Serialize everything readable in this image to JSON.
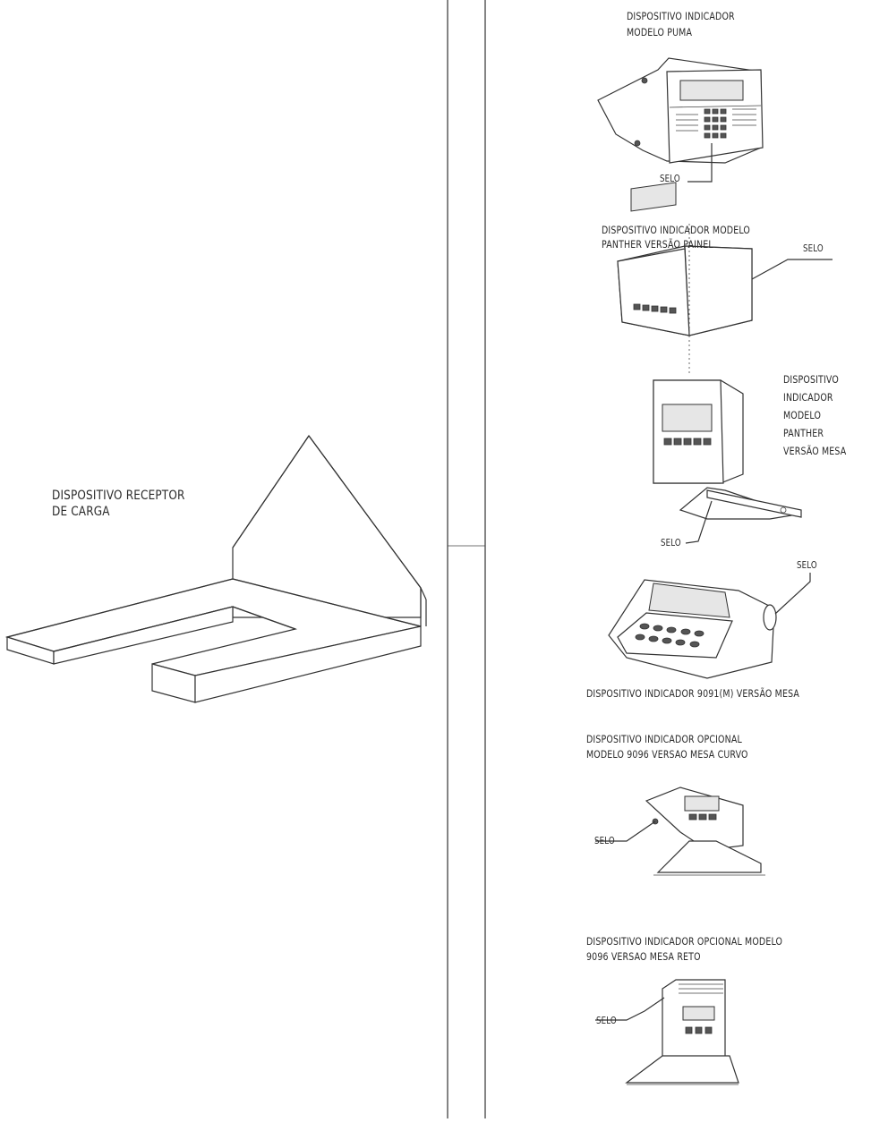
{
  "receiver": {
    "label_line1": "DISPOSITIVO RECEPTOR",
    "label_line2": "DE CARGA"
  },
  "devices": {
    "puma": {
      "title_line1": "DISPOSITIVO INDICADOR",
      "title_line2": "MODELO PUMA",
      "seal": "SELO"
    },
    "panther_panel": {
      "title_line1": "DISPOSITIVO INDICADOR MODELO",
      "title_line2": "PANTHER VERSÃO PAINEL",
      "seal": "SELO"
    },
    "panther_desk": {
      "title_line1": "DISPOSITIVO",
      "title_line2": "INDICADOR",
      "title_line3": "MODELO",
      "title_line4": "PANTHER",
      "title_line5": "VERSÃO MESA",
      "seal": "SELO"
    },
    "model_9091": {
      "title": "DISPOSITIVO INDICADOR 9091(M) VERSÃO MESA",
      "seal": "SELO"
    },
    "model_9096_curved": {
      "title_line1": "DISPOSITIVO INDICADOR OPCIONAL",
      "title_line2": "MODELO 9096 VERSAO MESA CURVO",
      "seal": "SELO"
    },
    "model_9096_straight": {
      "title_line1": "DISPOSITIVO INDICADOR OPCIONAL MODELO",
      "title_line2": "9096 VERSAO MESA RETO",
      "seal": "SELO"
    }
  }
}
